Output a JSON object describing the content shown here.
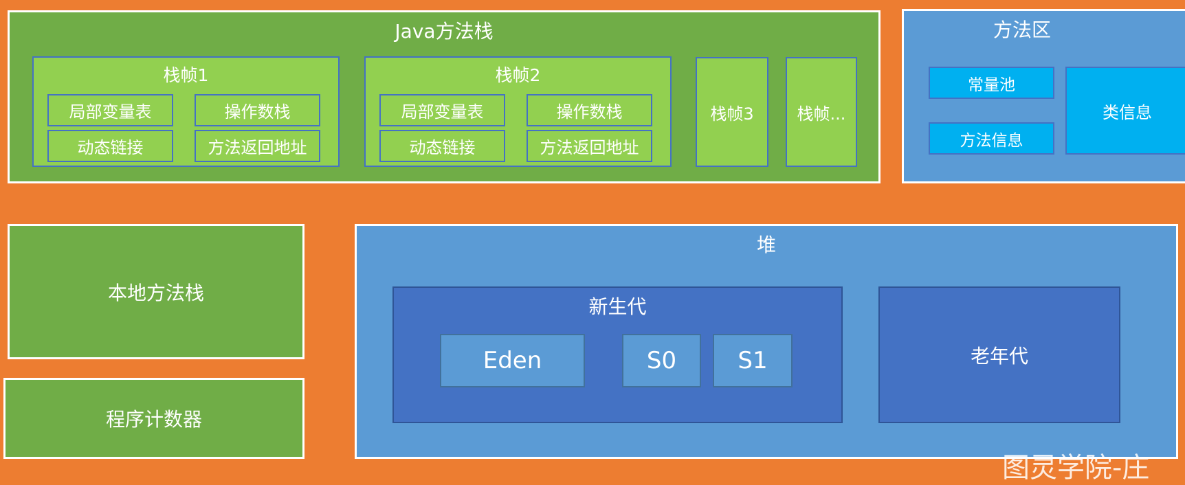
{
  "java_stack": {
    "title": "Java方法栈",
    "frame1": {
      "title": "栈帧1",
      "local_vars": "局部变量表",
      "operand_stack": "操作数栈",
      "dynamic_link": "动态链接",
      "return_addr": "方法返回地址"
    },
    "frame2": {
      "title": "栈帧2",
      "local_vars": "局部变量表",
      "operand_stack": "操作数栈",
      "dynamic_link": "动态链接",
      "return_addr": "方法返回地址"
    },
    "frame3": "栈帧3",
    "frame_more": "栈帧..."
  },
  "method_area": {
    "title": "方法区",
    "constant_pool": "常量池",
    "method_info": "方法信息",
    "class_info": "类信息"
  },
  "native_stack": "本地方法栈",
  "pc_register": "程序计数器",
  "heap": {
    "title": "堆",
    "young_gen": {
      "title": "新生代",
      "eden": "Eden",
      "s0": "S0",
      "s1": "S1"
    },
    "old_gen": "老年代"
  },
  "watermark": "图灵学院-庄",
  "colors": {
    "background": "#ED7D31",
    "dark_green": "#70AD47",
    "light_green": "#92D050",
    "blue": "#5B9BD5",
    "cyan": "#00B0F0",
    "navy": "#4472C4"
  }
}
